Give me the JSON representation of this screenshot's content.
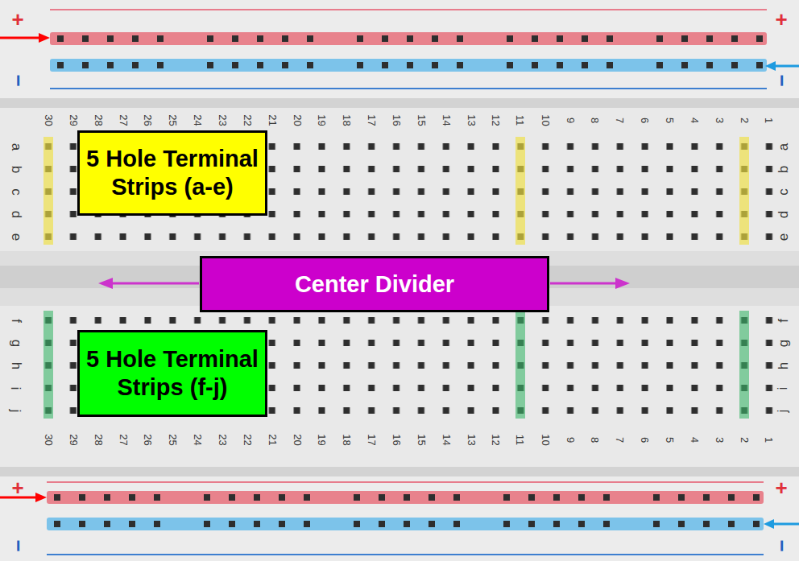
{
  "diagram": {
    "nodes": [
      {
        "text": [
          "5 Hole Terminal Strips (a-e)"
        ]
      },
      {
        "text": [
          "Center Divider"
        ]
      },
      {
        "text": [
          "5 Hole Terminal Strips (f-j)"
        ]
      }
    ],
    "labels": [
      "+",
      "+",
      "−",
      "−",
      "30",
      "29",
      "28",
      "27",
      "26",
      "25",
      "24",
      "23",
      "22",
      "21",
      "20",
      "19",
      "18",
      "17",
      "16",
      "15",
      "14",
      "13",
      "12",
      "11",
      "10",
      "9",
      "8",
      "7",
      "6",
      "5",
      "4",
      "3",
      "2",
      "1",
      "a",
      "b",
      "c",
      "d",
      "e",
      "a",
      "b",
      "c",
      "d",
      "e",
      "f",
      "g",
      "h",
      "i",
      "j",
      "f",
      "g",
      "h",
      "i",
      "j",
      "30",
      "29",
      "28",
      "27",
      "26",
      "25",
      "24",
      "23",
      "22",
      "21",
      "20",
      "19",
      "18",
      "17",
      "16",
      "15",
      "14",
      "13",
      "12",
      "11",
      "10",
      "9",
      "8",
      "7",
      "6",
      "5",
      "4",
      "3",
      "2",
      "1",
      "+",
      "+",
      "−",
      "−"
    ]
  }
}
